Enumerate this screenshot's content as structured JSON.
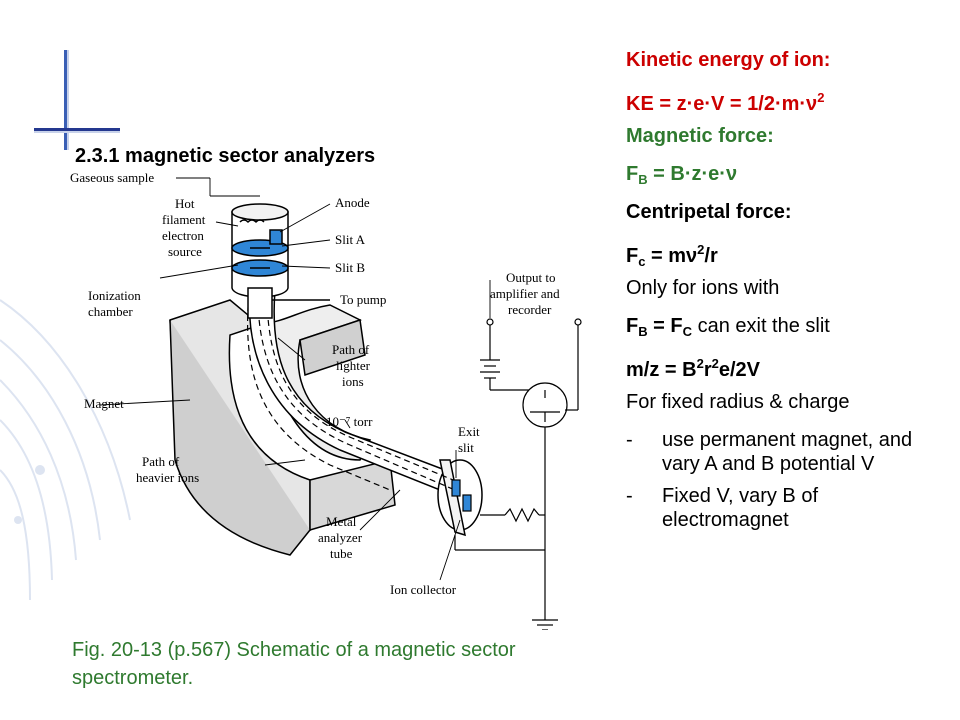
{
  "section_title": "2.3.1 magnetic sector analyzers",
  "figure_caption": "Fig. 20-13 (p.567)  Schematic of a magnetic sector spectrometer.",
  "figure": {
    "gaseous_sample": "Gaseous sample",
    "hot": "Hot",
    "filament": "filament",
    "electron": "electron",
    "source": "source",
    "anode": "Anode",
    "slit_a": "Slit A",
    "slit_b": "Slit B",
    "ionization": "Ionization",
    "chamber": "chamber",
    "to_pump": "To pump",
    "output_to": "Output to",
    "amplifier_and": "amplifier and",
    "recorder": "recorder",
    "path_of": "Path of",
    "lighter": "lighter",
    "ions": "ions",
    "magnet": "Magnet",
    "pressure": "10⁻⁷ torr",
    "exit": "Exit",
    "slit": "slit",
    "path_of_heavier": "Path of",
    "heavier_ions": "heavier ions",
    "metal": "Metal",
    "analyzer": "analyzer",
    "tube": "tube",
    "ion_collector": "Ion collector"
  },
  "notes": {
    "ke_heading": "Kinetic energy of ion:",
    "ke_formula_main": "KE = z·e·V = 1/2·m·ν",
    "ke_formula_exp": "2",
    "mf_heading": "Magnetic force:",
    "fb_f": "F",
    "fb_sub": "B",
    "fb_rest": " = B·z·e·ν",
    "cf_heading": "Centripetal force:",
    "fc_f": "F",
    "fc_sub": "c",
    "fc_mid": " = mν",
    "fc_exp": "2",
    "fc_rest": "/r",
    "only_for": "Only for ions with",
    "eq_f1": "F",
    "eq_sub1": "B",
    "eq_mid": " = F",
    "eq_sub2": "C",
    "eq_rest": " can exit the slit",
    "mz_a": "m/z = B",
    "mz_exp1": "2",
    "mz_b": "r",
    "mz_exp2": "2",
    "mz_c": "e/2V",
    "fixed_line": "For fixed radius & charge",
    "bullets": [
      {
        "dash": "-",
        "text": "use permanent magnet, and vary A and B potential V"
      },
      {
        "dash": "-",
        "text": "Fixed V, vary B of electromagnet"
      }
    ]
  },
  "colors": {
    "heading_red": "#cc0000",
    "heading_green": "#2f7a2f",
    "accent_blue": "#3a5fb5",
    "chamber_blue": "#2f86d6"
  }
}
